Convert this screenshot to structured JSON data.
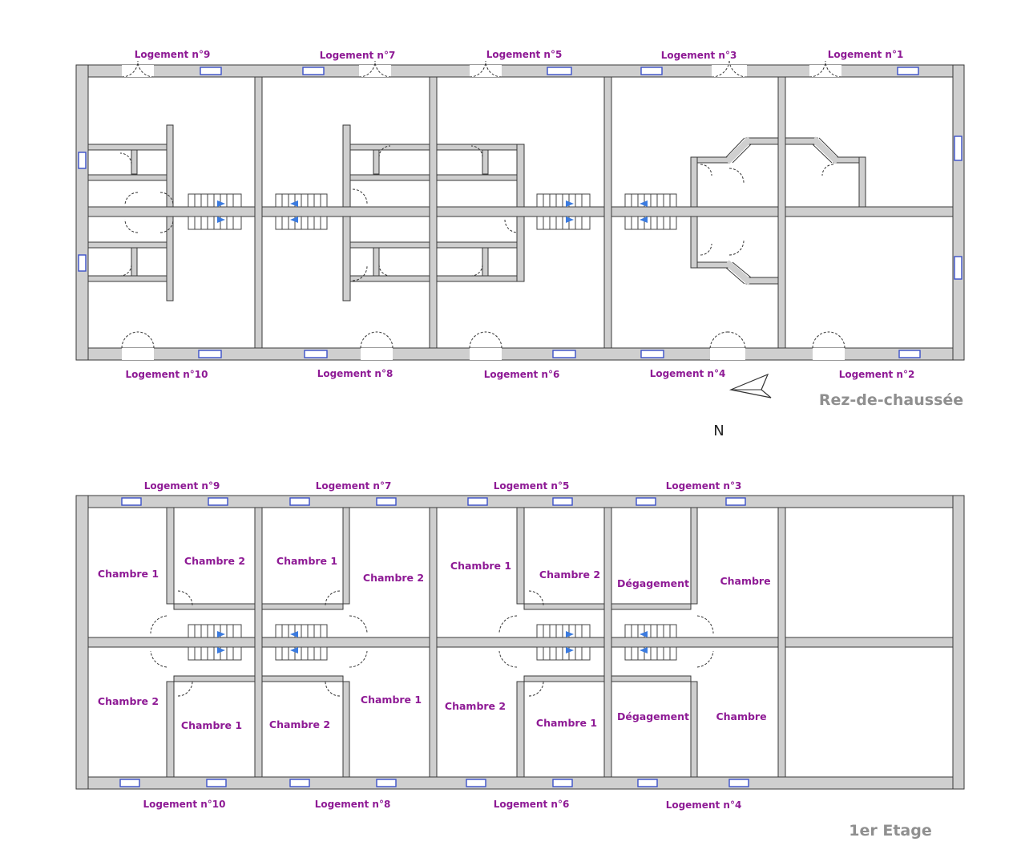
{
  "ground_floor": {
    "title": "Rez-de-chaussée",
    "north_label": "N",
    "top_units": [
      "Logement n°9",
      "Logement n°7",
      "Logement n°5",
      "Logement n°3",
      "Logement n°1"
    ],
    "bottom_units": [
      "Logement n°10",
      "Logement n°8",
      "Logement n°6",
      "Logement n°4",
      "Logement n°2"
    ]
  },
  "first_floor": {
    "title": "1er Etage",
    "top_units": [
      "Logement n°9",
      "Logement n°7",
      "Logement n°5",
      "Logement n°3"
    ],
    "bottom_units": [
      "Logement n°10",
      "Logement n°8",
      "Logement n°6",
      "Logement n°4"
    ],
    "top_rooms": [
      "Chambre 1",
      "Chambre 2",
      "Chambre 1",
      "Chambre 2",
      "Chambre 1",
      "Chambre 2",
      "Dégagement",
      "Chambre"
    ],
    "bottom_rooms": [
      "Chambre 2",
      "Chambre 1",
      "Chambre 2",
      "Chambre 1",
      "Chambre 2",
      "Chambre 1",
      "Dégagement",
      "Chambre"
    ]
  },
  "colors": {
    "wall": "#cfcfcf",
    "wall_edge": "#3a3a3a",
    "label": "#8e1a95",
    "window": "#3a4fc8",
    "stair_arrow": "#3b7be0"
  }
}
